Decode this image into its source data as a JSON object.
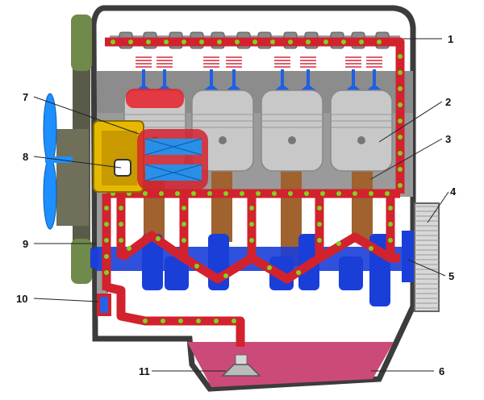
{
  "colors": {
    "engine_shell": "#3c3c3c",
    "engine_shell_fill": "#ffffff",
    "block_gray": "#8c8c8c",
    "oil_pan": "#cc4a7a",
    "oil_channel": "#d2222e",
    "oil_drop": "#7ed321",
    "crank_blue": "#1a3ed8",
    "valve_blue": "#1e5fe6",
    "valve_spring": "#e25d6a",
    "piston_silver": "#c8c8c8",
    "rod_brown": "#a0622e",
    "filter_yellow": "#e6b800",
    "filter_element": "#2a8fe6",
    "fan_blue": "#1e8fff",
    "belt_dark": "#5a5a4a",
    "pulley_green": "#6f8a4a"
  },
  "callouts": [
    {
      "id": "1",
      "label": "1"
    },
    {
      "id": "2",
      "label": "2"
    },
    {
      "id": "3",
      "label": "3"
    },
    {
      "id": "4",
      "label": "4"
    },
    {
      "id": "5",
      "label": "5"
    },
    {
      "id": "6",
      "label": "6"
    },
    {
      "id": "7",
      "label": "7"
    },
    {
      "id": "8",
      "label": "8"
    },
    {
      "id": "9",
      "label": "9"
    },
    {
      "id": "10",
      "label": "10"
    },
    {
      "id": "11",
      "label": "11"
    }
  ],
  "icons": {
    "fan": "fan-icon",
    "belt": "belt-icon",
    "oil_filter": "oil-filter-icon",
    "oil_pump": "oil-pump-icon",
    "oil_strainer": "oil-strainer-icon",
    "flywheel": "flywheel-icon"
  }
}
